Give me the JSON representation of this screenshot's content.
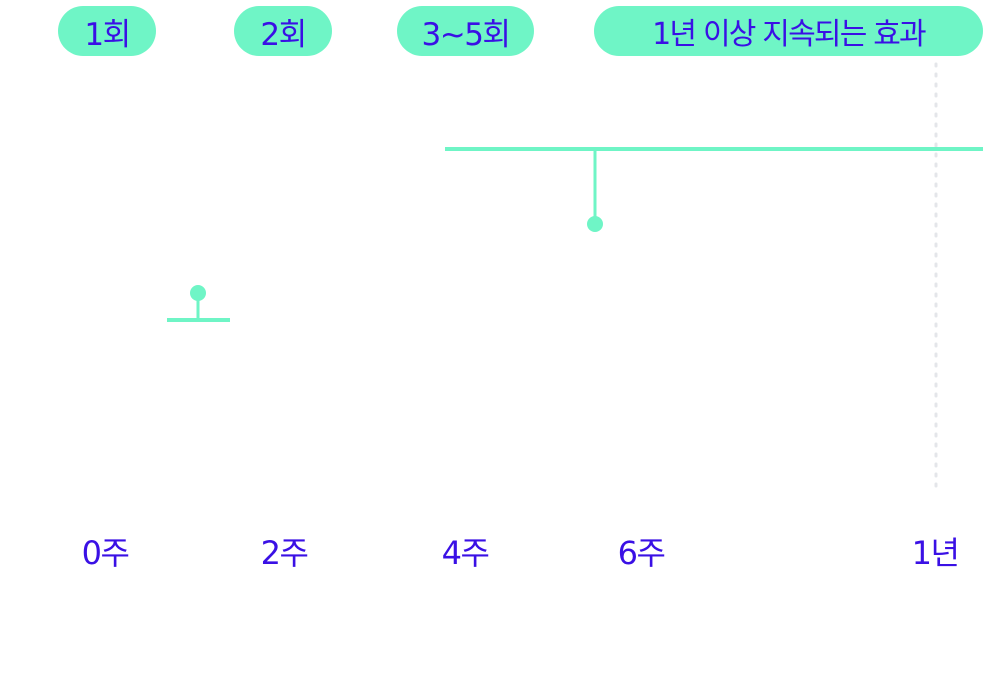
{
  "session_labels": [
    "1회",
    "2회",
    "3~5회",
    "1년 이상 지속되는 효과"
  ],
  "time_labels": [
    "0주",
    "2주",
    "4주",
    "6주",
    "1년"
  ],
  "colors": {
    "accent_mint": "#6ff5c6",
    "text_purple": "#3a10e5",
    "divider_dots": "#e4e6ea"
  }
}
